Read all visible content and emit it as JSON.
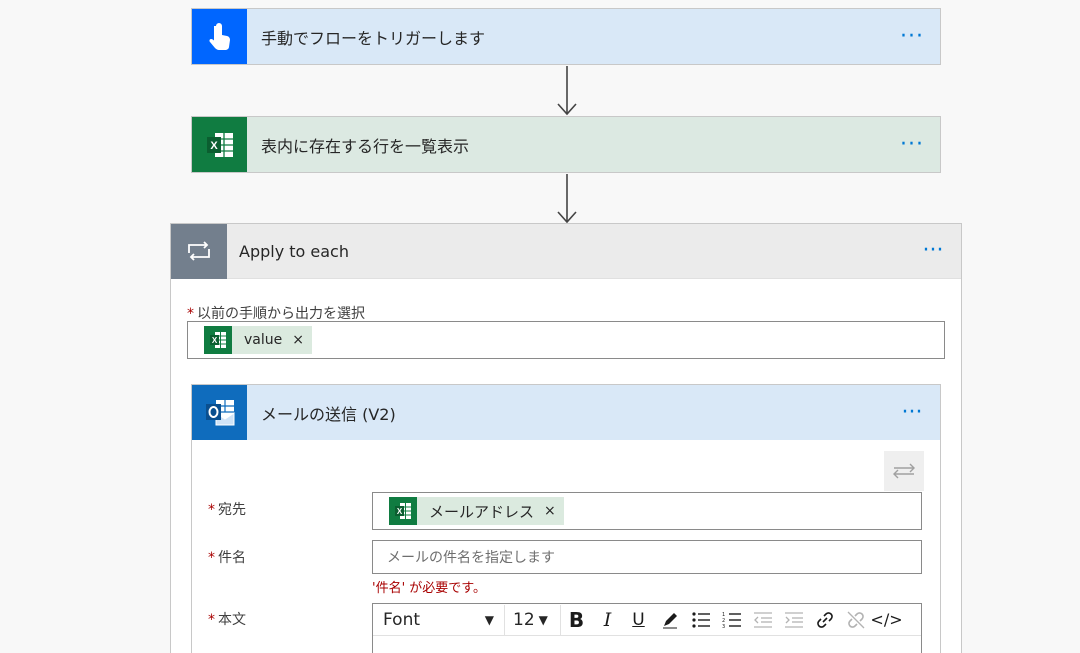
{
  "steps": {
    "trigger": {
      "title": "手動でフローをトリガーします",
      "icon": "touch-icon",
      "color": "#0066ff"
    },
    "list_rows": {
      "title": "表内に存在する行を一覧表示",
      "icon": "excel-icon",
      "color": "#107c41"
    }
  },
  "apply_each": {
    "title": "Apply to each",
    "icon": "loop-icon",
    "select_label": "以前の手順から出力を選択",
    "token": {
      "label": "value",
      "remove": "×"
    }
  },
  "send_mail": {
    "title": "メールの送信 (V2)",
    "icon": "outlook-icon",
    "to": {
      "label": "宛先",
      "token": "メールアドレス",
      "remove": "×"
    },
    "subject": {
      "label": "件名",
      "placeholder": "メールの件名を指定します",
      "error": "'件名' が必要です。"
    },
    "body": {
      "label": "本文",
      "font": "Font",
      "size": "12",
      "buttons": [
        "bold-icon",
        "italic-icon",
        "underline-icon",
        "pen-icon",
        "bullet-list-icon",
        "numbered-list-icon",
        "outdent-icon",
        "indent-icon",
        "link-icon",
        "unlink-icon",
        "code-view-icon"
      ]
    }
  },
  "more_label": "···",
  "required_marker": "*"
}
